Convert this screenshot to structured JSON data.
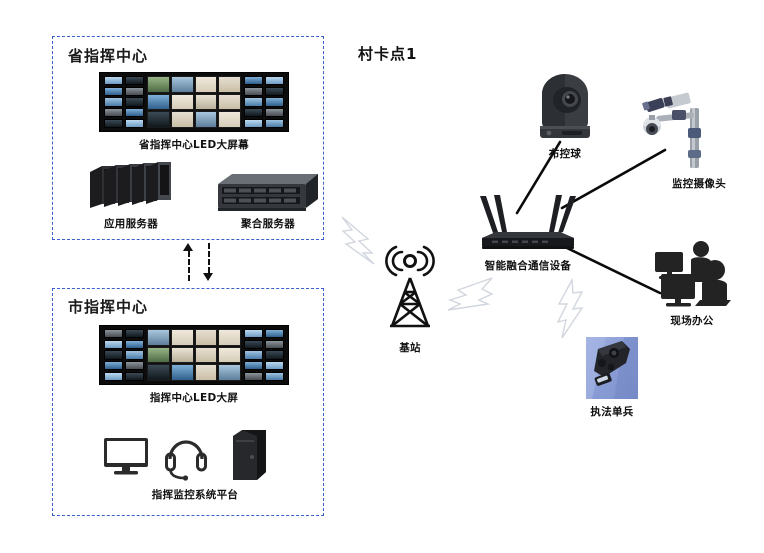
{
  "diagram": {
    "title_right": "村卡点1",
    "zones": [
      {
        "id": "province",
        "title": "省指挥中心"
      },
      {
        "id": "city",
        "title": "市指挥中心"
      }
    ],
    "labels": {
      "province_ledwall": "省指挥中心LED大屏幕",
      "app_server": "应用服务器",
      "aggregation_server": "聚合服务器",
      "city_ledwall": "指挥中心LED大屏",
      "command_platform": "指挥监控系统平台",
      "ptz_dome": "布控球",
      "surveillance_camera": "监控摄像头",
      "fusion_device": "智能融合通信设备",
      "base_station": "基站",
      "field_office": "现场办公",
      "body_worn": "执法单兵"
    },
    "icons": {
      "ptz_dome": "ptz-dome-camera-icon",
      "surveillance_camera": "pole-surveillance-camera-icon",
      "router": "wireless-router-icon",
      "tower": "cell-tower-icon",
      "office": "office-workers-icon",
      "bodycam": "body-worn-camera-icon",
      "monitor": "monitor-icon",
      "headset": "headset-icon",
      "pc": "pc-tower-icon",
      "rack": "server-rack-icon",
      "aggregation": "rackmount-server-icon",
      "bolt": "lightning-bolt-icon",
      "arrow_up": "arrow-up-icon",
      "arrow_down": "arrow-down-icon"
    },
    "colors": {
      "zone_border": "#3a5fcd",
      "link": "#0a0a0a",
      "bolt_stroke": "#d2d6de",
      "text": "#111111",
      "device_dark": "#2a2d31"
    }
  }
}
